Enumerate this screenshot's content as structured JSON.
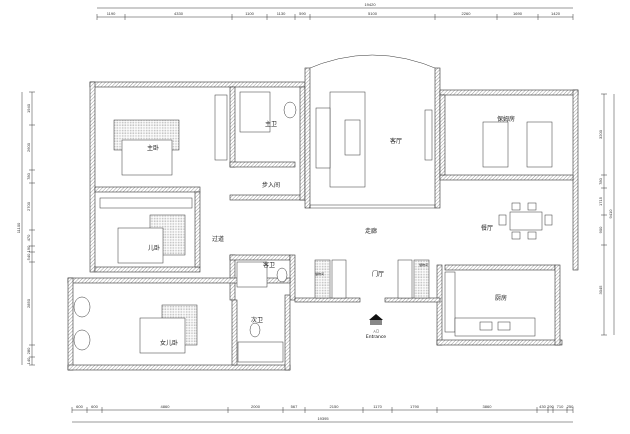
{
  "dimensions": {
    "top_total": "19420",
    "top": [
      "1190",
      "4330",
      "1100",
      "1130",
      "590",
      "5100",
      "2260",
      "1690",
      "1420"
    ],
    "bottom_total": "19395",
    "bottom": [
      "600",
      "600",
      "4860",
      "2000",
      "567",
      "2150",
      "1170",
      "1790",
      "3860",
      "430",
      "290",
      "710",
      "250"
    ],
    "left_total": "11100",
    "left": [
      "1940",
      "2600",
      "780",
      "2700",
      "470",
      "190",
      "540",
      "2850",
      "280",
      "140"
    ],
    "right_total": "9410",
    "right": [
      "3200",
      "780",
      "1715",
      "900",
      "3045"
    ]
  },
  "rooms": {
    "master_bedroom": "主卧",
    "master_bath": "主卫",
    "walk_in_closet": "步入间",
    "son_bedroom": "儿卧",
    "passage": "过道",
    "guest_bath": "客卫",
    "second_bath": "次卫",
    "daughter_bedroom": "女儿卧",
    "living_room": "客厅",
    "nanny_room": "保姆房",
    "dining_room": "餐厅",
    "corridor": "走廊",
    "foyer": "门厅",
    "kitchen": "厨房",
    "storage_left": "储物间",
    "storage_right": "储物间"
  },
  "entrance": {
    "label_cn": "入口",
    "label_en": "Entrance"
  }
}
